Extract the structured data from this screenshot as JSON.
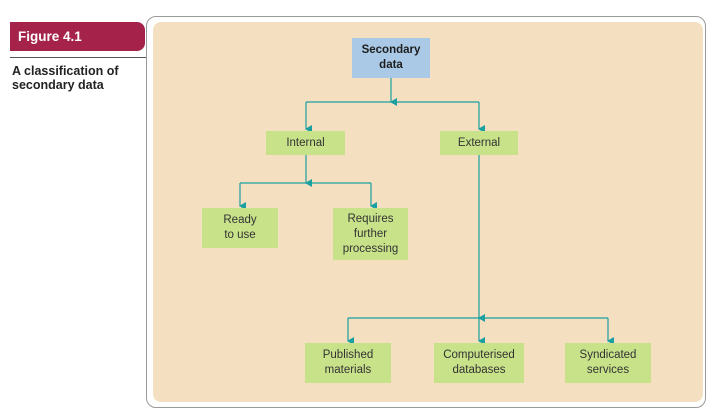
{
  "figure": {
    "label": "Figure 4.1",
    "caption": "A classification of\nsecondary data"
  },
  "diagram": {
    "root": "Secondary\ndata",
    "internal": "Internal",
    "external": "External",
    "ready": "Ready\nto use",
    "requires": "Requires\nfurther\nprocessing",
    "published": "Published\nmaterials",
    "computerised": "Computerised\ndatabases",
    "syndicated": "Syndicated\nservices"
  },
  "colors": {
    "badge": "#a5234a",
    "panel": "#f5dfc1",
    "root_box": "#a9c9e6",
    "leaf_box": "#c8e28a",
    "connector": "#1aa0a0"
  }
}
